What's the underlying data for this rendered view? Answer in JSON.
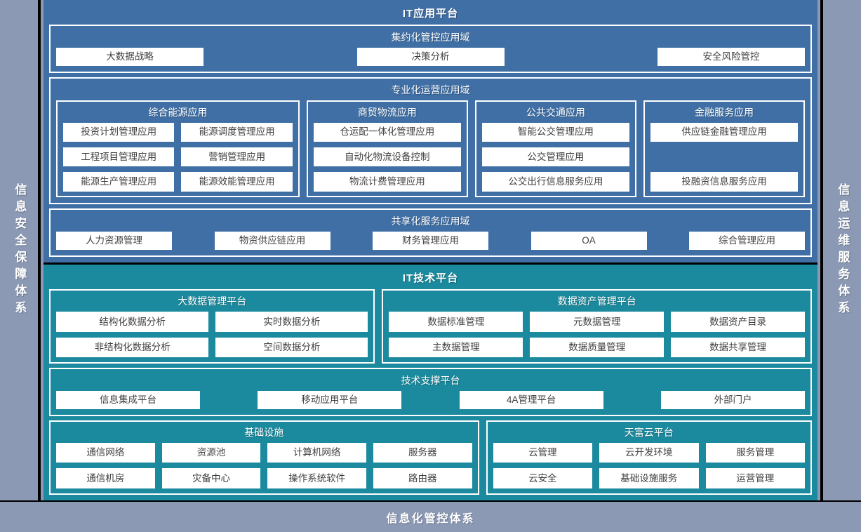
{
  "side_bands": {
    "left": {
      "label": "信息安全保障体系",
      "name": "security-assurance-system"
    },
    "right": {
      "label": "信息运维服务体系",
      "name": "it-operations-service-system"
    }
  },
  "bottom_band": {
    "label": "信息化管控体系"
  },
  "colors": {
    "app_platform_blue": "#3f6fa5",
    "tech_platform_teal": "#1b8a9e",
    "side_band_gray_blue": "#8b99b5",
    "chip_white": "#ffffff",
    "chip_text": "#404040",
    "frame_black": "#000000"
  },
  "app_platform": {
    "title": "IT应用平台",
    "domains": [
      {
        "title": "集约化管控应用域",
        "chips": [
          "大数据战略",
          "决策分析",
          "安全风险管控"
        ]
      },
      {
        "title": "专业化运营应用域",
        "groups": [
          {
            "title": "综合能源应用",
            "rows": [
              [
                "投资计划管理应用",
                "能源调度管理应用"
              ],
              [
                "工程项目管理应用",
                "营销管理应用"
              ],
              [
                "能源生产管理应用",
                "能源效能管理应用"
              ]
            ]
          },
          {
            "title": "商贸物流应用",
            "rows": [
              [
                "仓运配一体化管理应用"
              ],
              [
                "自动化物流设备控制"
              ],
              [
                "物流计费管理应用"
              ]
            ]
          },
          {
            "title": "公共交通应用",
            "rows": [
              [
                "智能公交管理应用"
              ],
              [
                "公交管理应用"
              ],
              [
                "公交出行信息服务应用"
              ]
            ]
          },
          {
            "title": "金融服务应用",
            "rows": [
              [
                "供应链金融管理应用"
              ],
              [
                ""
              ],
              [
                "投融资信息服务应用"
              ]
            ]
          }
        ]
      },
      {
        "title": "共享化服务应用域",
        "chips": [
          "人力资源管理",
          "物资供应链应用",
          "财务管理应用",
          "OA",
          "综合管理应用"
        ]
      }
    ]
  },
  "tech_platform": {
    "title": "IT技术平台",
    "group_row_1": [
      {
        "title": "大数据管理平台",
        "rows": [
          [
            "结构化数据分析",
            "实时数据分析"
          ],
          [
            "非结构化数据分析",
            "空间数据分析"
          ]
        ]
      },
      {
        "title": "数据资产管理平台",
        "rows": [
          [
            "数据标准管理",
            "元数据管理",
            "数据资产目录"
          ],
          [
            "主数据管理",
            "数据质量管理",
            "数据共享管理"
          ]
        ]
      }
    ],
    "support_domain": {
      "title": "技术支撑平台",
      "chips": [
        "信息集成平台",
        "移动应用平台",
        "4A管理平台",
        "外部门户"
      ]
    },
    "group_row_2": [
      {
        "title": "基础设施",
        "rows": [
          [
            "通信网络",
            "资源池",
            "计算机网络",
            "服务器"
          ],
          [
            "通信机房",
            "灾备中心",
            "操作系统软件",
            "路由器"
          ]
        ]
      },
      {
        "title": "天富云平台",
        "rows": [
          [
            "云管理",
            "云开发环境",
            "服务管理"
          ],
          [
            "云安全",
            "基础设施服务",
            "运营管理"
          ]
        ]
      }
    ]
  }
}
